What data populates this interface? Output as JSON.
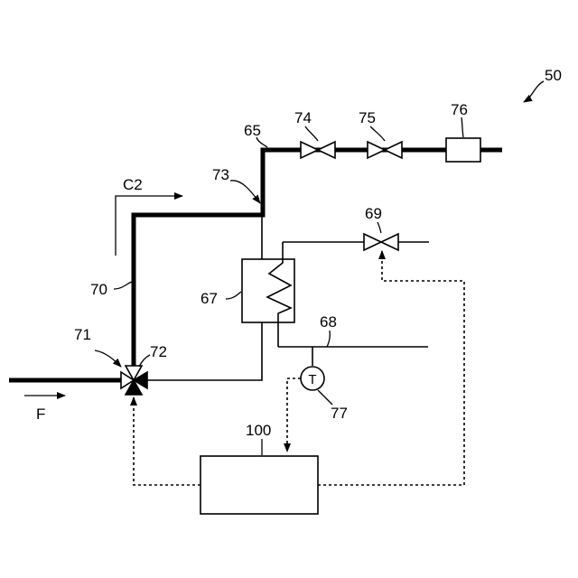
{
  "labels": {
    "system": "50",
    "pipe_65": "65",
    "valve_74": "74",
    "valve_75": "75",
    "device_76": "76",
    "junction_73": "73",
    "flow_c2": "C2",
    "valve_69": "69",
    "pipe_70": "70",
    "heat_exchanger_67": "67",
    "pipe_68": "68",
    "valve_71": "71",
    "port_72": "72",
    "sensor_77": "77",
    "flow_f": "F",
    "controller_100": "100",
    "sensor_symbol": "T"
  }
}
